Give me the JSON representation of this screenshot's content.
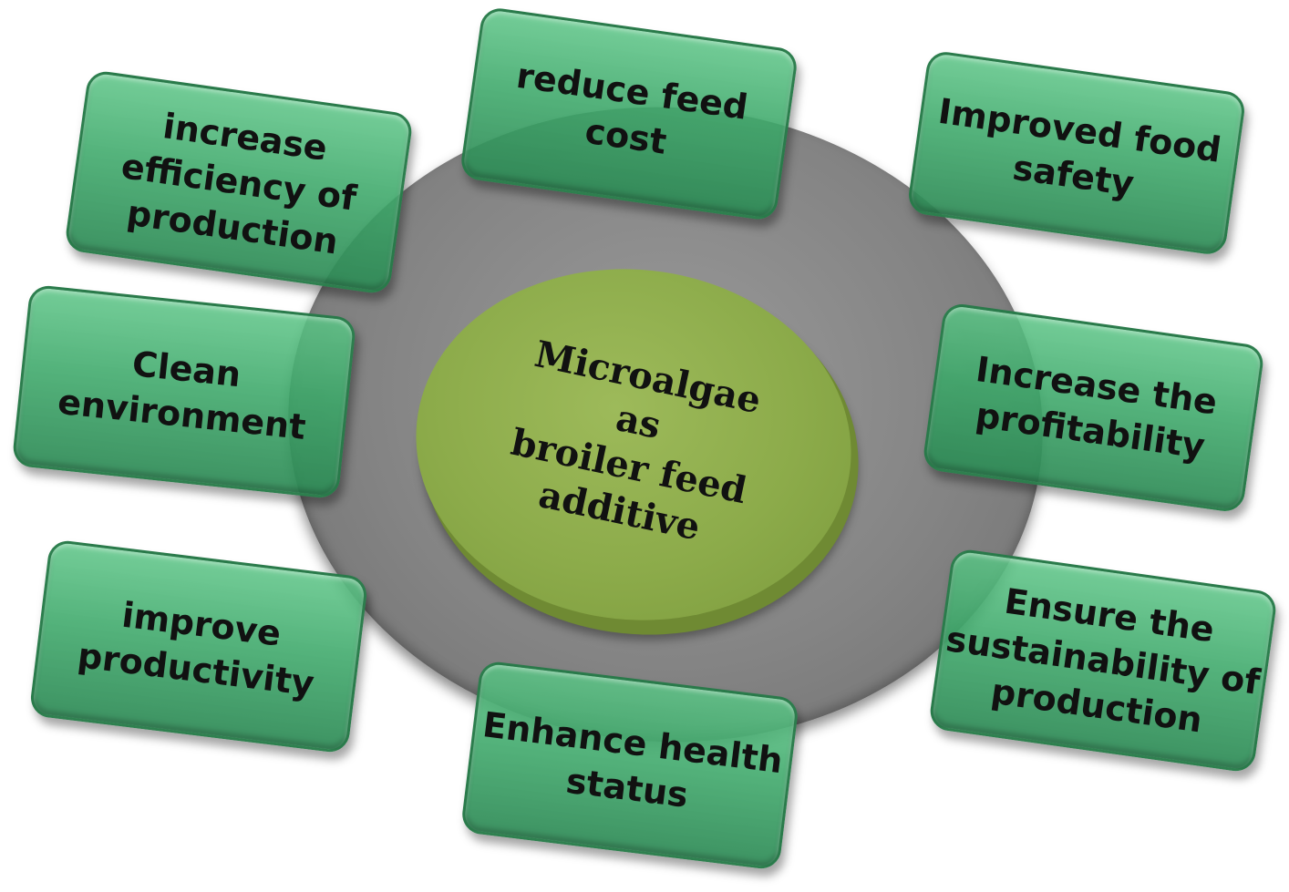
{
  "diagram": {
    "center": {
      "label": "Microalgae as\nbroiler feed\nadditive"
    },
    "benefits": [
      {
        "label": "reduce feed\ncost"
      },
      {
        "label": "Improved food\nsafety"
      },
      {
        "label": "increase\nefficiency of\nproduction"
      },
      {
        "label": "Clean\nenvironment"
      },
      {
        "label": "Increase the\nprofitability"
      },
      {
        "label": "improve\nproductivity"
      },
      {
        "label": "Enhance health\nstatus"
      },
      {
        "label": "Ensure the\nsustainability of\nproduction"
      }
    ]
  },
  "colors": {
    "box_green": "#3ca869",
    "outer_circle_gray": "#848484",
    "inner_circle_olive": "#8cab4a"
  }
}
